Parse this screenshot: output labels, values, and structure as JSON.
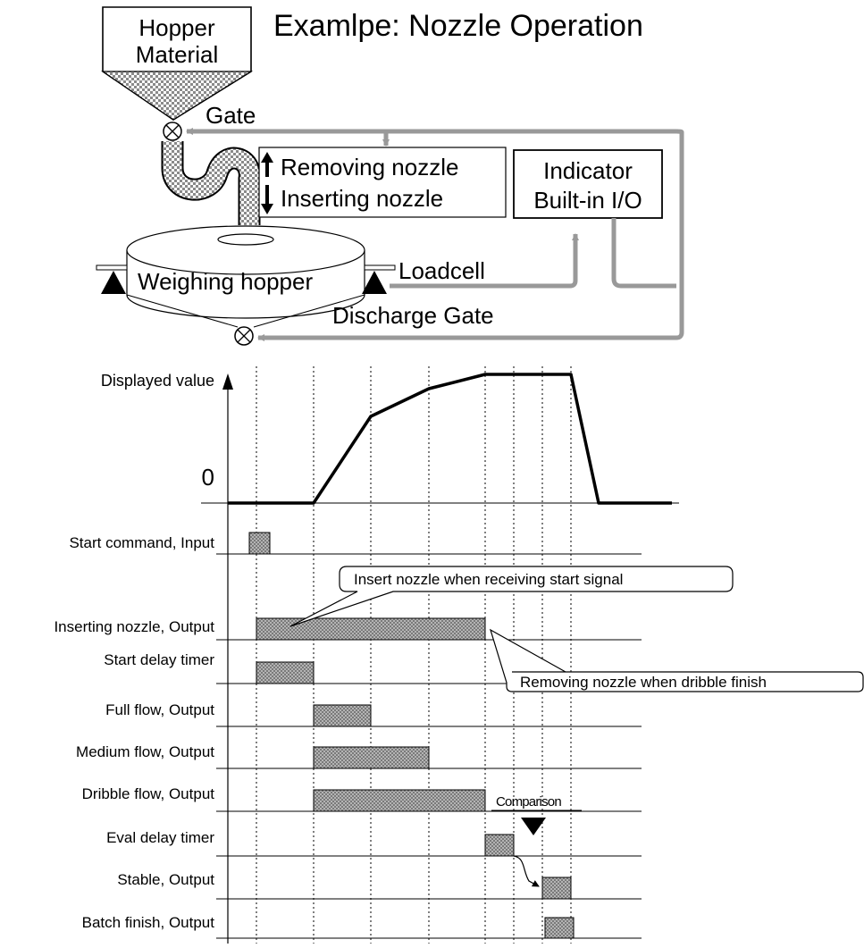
{
  "title": "Examlpe: Nozzle Operation",
  "hopper_material": {
    "line1": "Hopper",
    "line2": "Material"
  },
  "labels": {
    "gate": "Gate",
    "removing_nozzle": "Removing nozzle",
    "inserting_nozzle": "Inserting nozzle",
    "indicator_line1": "Indicator",
    "indicator_line2": "Built-in I/O",
    "weighing_hopper": "Weighing hopper",
    "loadcell": "Loadcell",
    "discharge_gate": "Discharge Gate"
  },
  "graph": {
    "y_label": "Displayed value",
    "zero_label": "0"
  },
  "callouts": {
    "insert": "Insert nozzle when receiving start signal",
    "remove": "Removing nozzle when dribble finish",
    "comparison": "Comparison"
  },
  "signals": [
    "Start command, Input",
    "Inserting nozzle, Output",
    "Start delay timer",
    "Full flow, Output",
    "Medium flow, Output",
    "Dribble flow, Output",
    "Eval delay timer",
    "Stable, Output",
    "Batch finish, Output"
  ],
  "colors": {
    "line": "#000000",
    "wire": "#999999",
    "pulse_fill": "#a9a9a9",
    "hopper_fill": "#c4c4c4"
  }
}
